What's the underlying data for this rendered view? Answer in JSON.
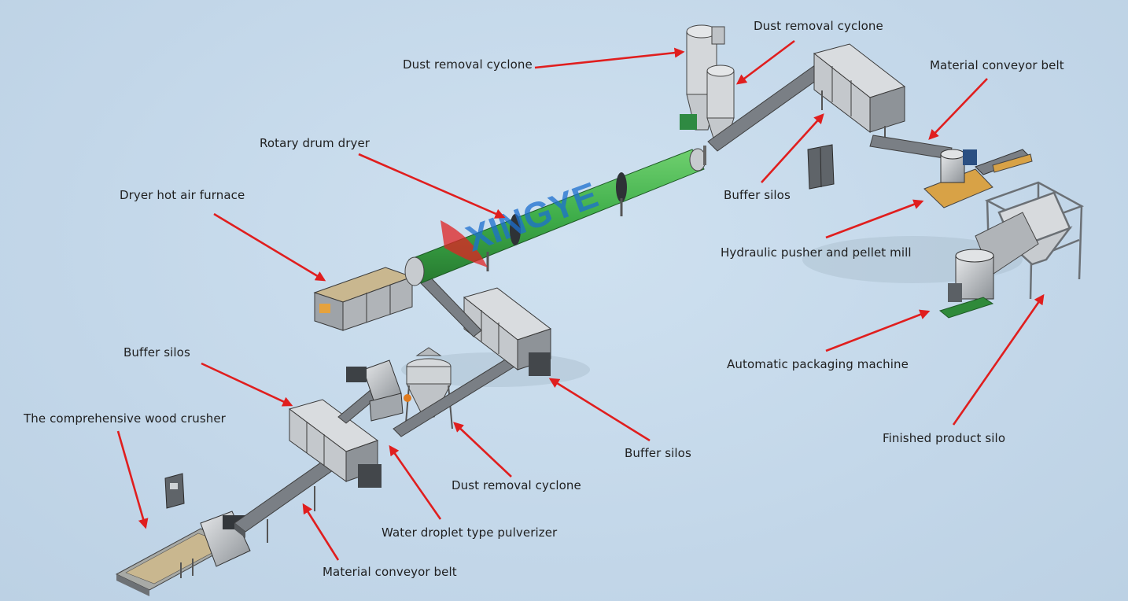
{
  "labels": {
    "dust_cyclone_top": "Dust removal cyclone",
    "dust_cyclone_left": "Dust removal cyclone",
    "material_belt_top": "Material conveyor belt",
    "rotary_dryer": "Rotary drum dryer",
    "hot_air_furnace": "Dryer hot air furnace",
    "buffer_silos_top": "Buffer silos",
    "hydraulic_pellet": "Hydraulic pusher and pellet mill",
    "auto_packaging": "Automatic packaging machine",
    "finished_silo": "Finished product silo",
    "buffer_silos_left": "Buffer silos",
    "wood_crusher": "The comprehensive wood crusher",
    "buffer_silos_mid": "Buffer silos",
    "dust_cyclone_bottom": "Dust removal cyclone",
    "water_pulverizer": "Water droplet type pulverizer",
    "material_belt_bottom": "Material conveyor belt"
  },
  "colors": {
    "arrow": "#e01e1e",
    "dryer": "#3fae4a",
    "frame": "#7d8288",
    "machine": "#9ea3a8"
  }
}
